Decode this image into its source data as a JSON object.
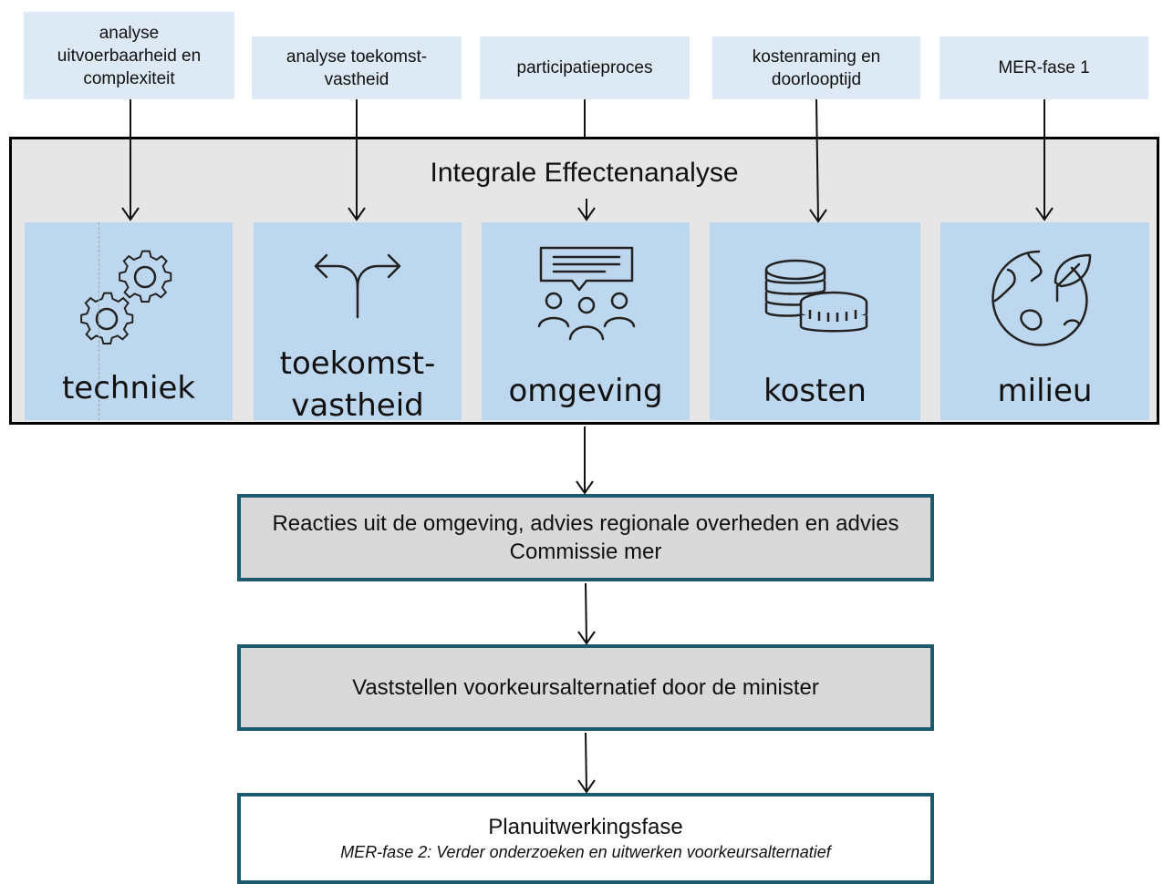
{
  "inputs": [
    {
      "label": "analyse\nuitvoerbaarheid en\ncomplexiteit"
    },
    {
      "label": "analyse toekomst-\nvastheid"
    },
    {
      "label": "participatieproces"
    },
    {
      "label": "kostenraming en\ndoorlooptijd"
    },
    {
      "label": "MER-fase 1"
    }
  ],
  "panel": {
    "title": "Integrale Effectenanalyse"
  },
  "categories": [
    {
      "label": "techniek",
      "icon": "gears-icon"
    },
    {
      "label": "toekomst-\nvastheid",
      "icon": "split-arrow-icon"
    },
    {
      "label": "omgeving",
      "icon": "people-speech-icon"
    },
    {
      "label": "kosten",
      "icon": "coins-icon"
    },
    {
      "label": "milieu",
      "icon": "globe-leaf-icon"
    }
  ],
  "flow": {
    "reacties": "Reacties uit de omgeving, advies regionale overheden en advies Commissie mer",
    "vaststellen": "Vaststellen voorkeursalternatief door de minister",
    "plan_title": "Planuitwerkingsfase",
    "plan_sub": "MER-fase 2: Verder onderzoeken en uitwerken voorkeursalternatief"
  },
  "colors": {
    "input_fill": "#dde9f5",
    "panel_fill": "#e6e6e6",
    "category_fill": "#bdd7ee",
    "flow_border": "#1e5a6e",
    "flow_fill": "#d9d9d9"
  }
}
